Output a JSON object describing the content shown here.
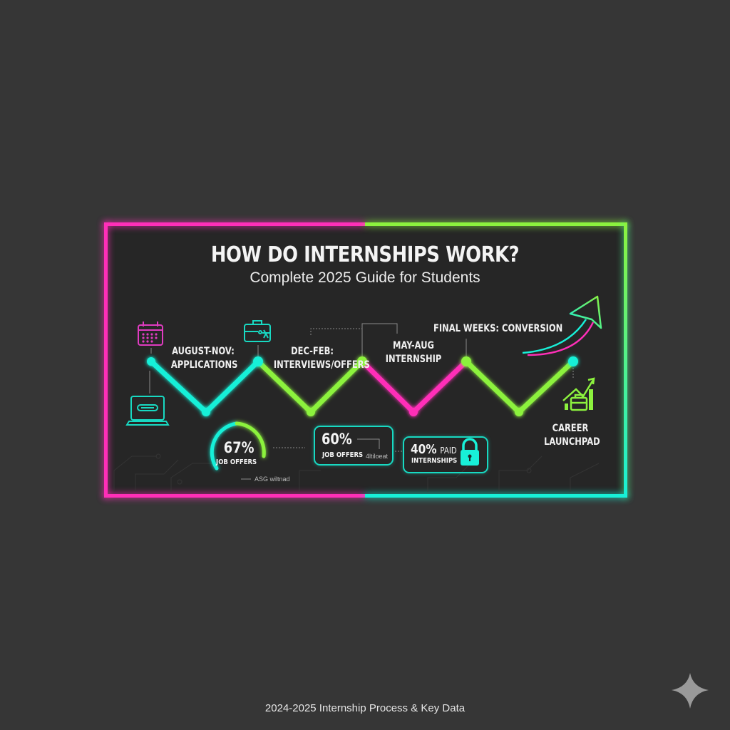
{
  "header": {
    "title": "HOW DO INTERNSHIPS WORK?",
    "subtitle": "Complete 2025 Guide for Students"
  },
  "timeline": {
    "stages": [
      {
        "label_line1": "AUGUST-NOV:",
        "label_line2": "APPLICATIONS",
        "icon": "calendar-icon",
        "color": "#18f0d8"
      },
      {
        "label_line1": "DEC-FEB:",
        "label_line2": "INTERVIEWS/OFFERS",
        "icon": "briefcase-icon",
        "color": "#8cf23e"
      },
      {
        "label_line1": "MAY-AUG",
        "label_line2": "INTERNSHIP",
        "icon": "",
        "color": "#ff2fb8"
      },
      {
        "label_line1": "FINAL WEEKS: CONVERSION",
        "label_line2": "",
        "icon": "",
        "color": "#8cf23e"
      },
      {
        "label_line1": "CAREER",
        "label_line2": "LAUNCHPAD",
        "icon": "growth-briefcase-icon",
        "color": "#8cf23e"
      }
    ],
    "extra_icons": [
      "laptop-icon",
      "trend-arrow-icon"
    ]
  },
  "stats": [
    {
      "value": "67%",
      "label": "JOB OFFERS",
      "note": "ASG wiltnad",
      "type": "gauge"
    },
    {
      "value": "60%",
      "label": "JOB OFFERS",
      "note": "4ltiloeat",
      "type": "box"
    },
    {
      "value": "40%",
      "value_suffix": "PAID",
      "label": "INTERNSHIPS",
      "icon": "lock-icon",
      "type": "box"
    }
  ],
  "footer": {
    "caption": "2024-2025 Internship Process & Key Data"
  },
  "colors": {
    "background": "#363636",
    "panel": "#262626",
    "magenta": "#ff2fb8",
    "lime": "#8cf23e",
    "cyan": "#18f0d8"
  }
}
